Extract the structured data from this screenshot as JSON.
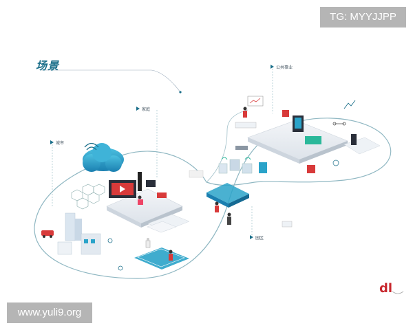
{
  "title": "场景",
  "watermarks": {
    "top": "TG: MYYJJPP",
    "bottom": "www.yuli9.org"
  },
  "labels": {
    "city": "城市",
    "home": "家庭",
    "public": "公共事业",
    "park": "园区"
  },
  "colors": {
    "accent": "#1b6f8a",
    "loop": "#8fb7c2",
    "cloud": "#2aa3c9",
    "screen_red": "#d83a3a",
    "platform": "#e9edf2"
  },
  "icons": [
    "cloud-icon",
    "wifi-icon",
    "person-icon",
    "robot-icon",
    "drone-icon",
    "logo-icon"
  ]
}
